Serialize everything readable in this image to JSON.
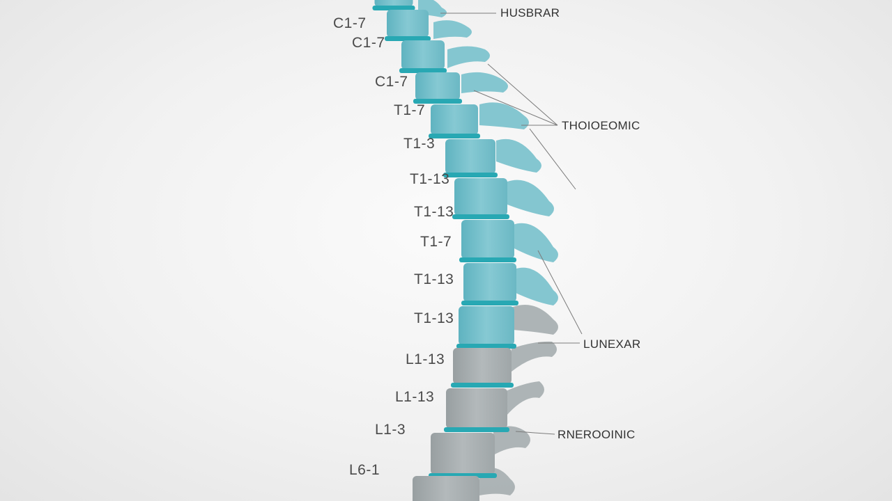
{
  "colors": {
    "cervical_thoracic": "#7dc3ce",
    "disc_teal": "#28a8b3",
    "lumbar": "#a9b0b2",
    "leader_line": "#7b7b7b"
  },
  "vertebra_labels": [
    "C1-7",
    "C1-7",
    "C1-7",
    "T1-7",
    "T1-3",
    "T1-13",
    "T1-13",
    "T1-7",
    "T1-13",
    "T1-13",
    "L1-13",
    "L1-13",
    "L1-3",
    "L6-1"
  ],
  "region_labels": {
    "top": "HUSBRAR",
    "thoracic": "THOIOEOMIC",
    "lumbar": "LUNEXAR",
    "sacral": "RNEROOINIC"
  }
}
